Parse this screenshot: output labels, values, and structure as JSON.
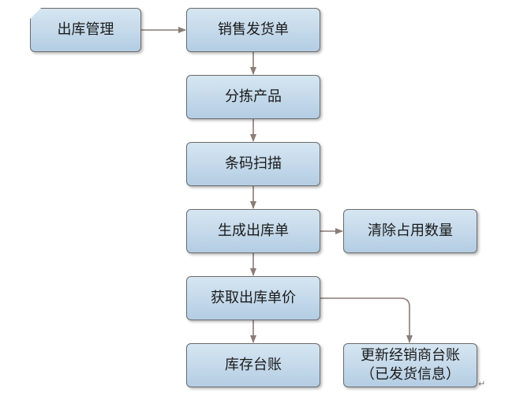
{
  "diagram": {
    "nodes": {
      "outbound_mgmt": "出库管理",
      "sales_delivery": "销售发货单",
      "sort_products": "分拣产品",
      "barcode_scan": "条码扫描",
      "create_outbound": "生成出库单",
      "clear_usage": "清除占用数量",
      "get_unit_price": "获取出库单价",
      "stock_ledger": "库存台账",
      "update_ledger_line1": "更新经销商台账",
      "update_ledger_line2": "（已发货信息）"
    },
    "edges": [
      {
        "from": "outbound_mgmt",
        "to": "sales_delivery"
      },
      {
        "from": "sales_delivery",
        "to": "sort_products"
      },
      {
        "from": "sort_products",
        "to": "barcode_scan"
      },
      {
        "from": "barcode_scan",
        "to": "create_outbound"
      },
      {
        "from": "create_outbound",
        "to": "clear_usage"
      },
      {
        "from": "create_outbound",
        "to": "get_unit_price"
      },
      {
        "from": "get_unit_price",
        "to": "stock_ledger"
      },
      {
        "from": "get_unit_price",
        "to": "update_ledger"
      }
    ]
  },
  "colors": {
    "node_fill_top": "#d6e6f2",
    "node_fill_bottom": "#b4cde3",
    "node_border": "#6b6b6b",
    "edge": "#8a7c76"
  },
  "paragraph_mark": "↵"
}
